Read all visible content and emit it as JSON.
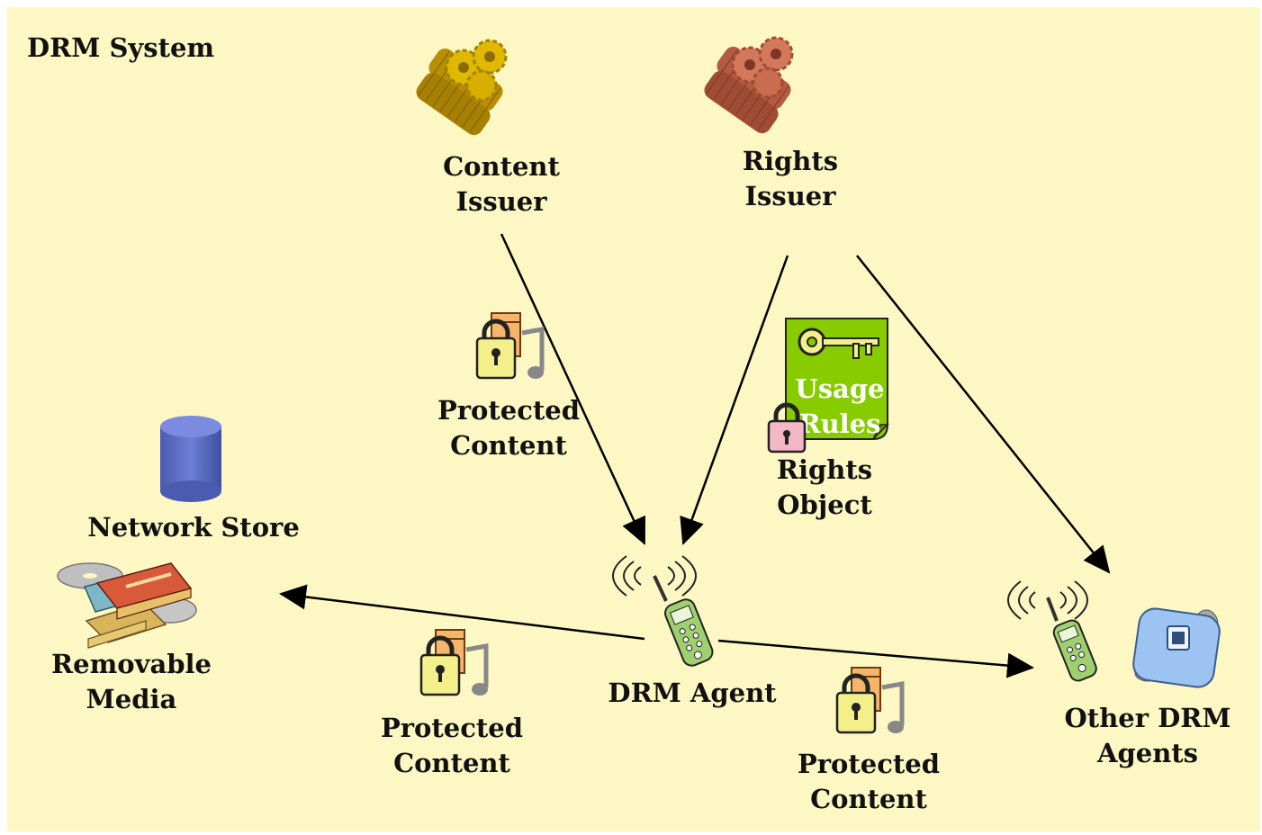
{
  "diagram": {
    "title": "DRM System",
    "nodes": {
      "content_issuer": {
        "line1": "Content",
        "line2": "Issuer",
        "icon": "gears-icon"
      },
      "rights_issuer": {
        "line1": "Rights",
        "line2": "Issuer",
        "icon": "gears-icon"
      },
      "network_store": {
        "line1": "Network Store",
        "icon": "database-icon"
      },
      "removable_media": {
        "line1": "Removable",
        "line2": "Media",
        "icon": "media-stack-icon"
      },
      "drm_agent": {
        "line1": "DRM Agent",
        "icon": "mobile-phone-icon"
      },
      "other_drm_agents": {
        "line1": "Other DRM",
        "line2": "Agents",
        "icon": "devices-icon"
      }
    },
    "flow_labels": {
      "protected_content_top": {
        "line1": "Protected",
        "line2": "Content"
      },
      "protected_content_left": {
        "line1": "Protected",
        "line2": "Content"
      },
      "protected_content_right": {
        "line1": "Protected",
        "line2": "Content"
      },
      "rights_object": {
        "line1": "Rights",
        "line2": "Object"
      },
      "usage_rules": {
        "line1": "Usage",
        "line2": "Rules"
      }
    },
    "colors": {
      "background": "#fdf7c4",
      "content_issuer_gear": "#d4a900",
      "rights_issuer_gear": "#c9664a",
      "database": "#5a6cc0",
      "rights_object_doc": "#88cc00"
    }
  }
}
